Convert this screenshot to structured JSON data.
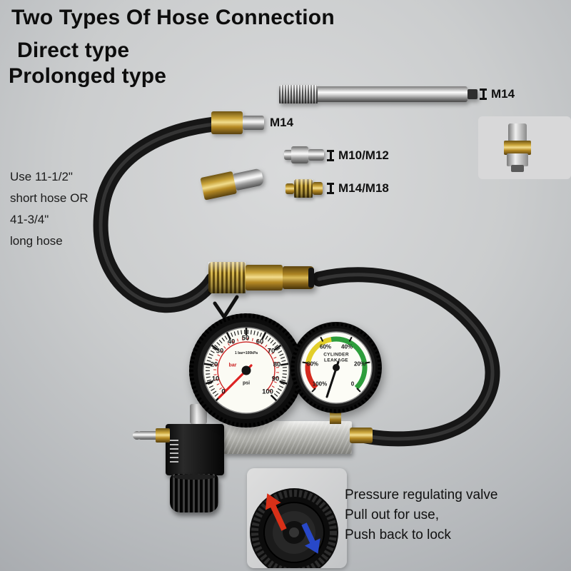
{
  "title": {
    "line1": "Two Types Of Hose Connection",
    "line2": "Direct type",
    "line3": "Prolonged type"
  },
  "connections": {
    "rod_label": "M14",
    "direct_label": "M14",
    "adapter_small_label": "M10/M12",
    "adapter_brass_label": "M14/M18"
  },
  "hose_note": {
    "line1": "Use 11-1/2\"",
    "line2": "short hose OR",
    "line3": "41-3/4\"",
    "line4": "long hose"
  },
  "left_gauge": {
    "tiny_text": "1 bar=100kPa",
    "unit_red": "bar",
    "unit_black": "psi",
    "numbers": [
      "0",
      "10",
      "20",
      "30",
      "40",
      "50",
      "60",
      "70",
      "80",
      "90",
      "100"
    ]
  },
  "right_gauge": {
    "name1": "CYLINDER",
    "name2": "LEAKAGE",
    "numbers": [
      "0",
      "20%",
      "40%",
      "60%",
      "80%",
      "100%"
    ]
  },
  "regulator_note": {
    "line1": "Pressure regulating valve",
    "line2": "Pull out for use,",
    "line3": "Push back to lock"
  },
  "colors": {
    "hose": "#171717",
    "brass": "#caa43a",
    "gauge_green": "#2e9e3c",
    "gauge_yellow": "#e2ce2a",
    "gauge_red": "#d42a1e",
    "arrow_red": "#d83018",
    "arrow_blue": "#2848c8"
  }
}
